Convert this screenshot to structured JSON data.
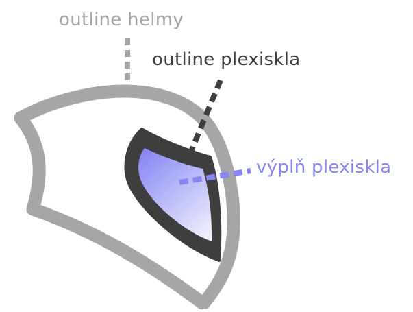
{
  "labels": {
    "helmet_outline": "outline helmy",
    "visor_outline": "outline plexiskla",
    "visor_fill": "výplň plexiskla"
  },
  "colors": {
    "helmet_outline": "#a6a6a6",
    "visor_outline": "#3e3e3e",
    "visor_fill_start": "#8585f4",
    "visor_fill_end": "#ffffff",
    "background": "#ffffff"
  }
}
